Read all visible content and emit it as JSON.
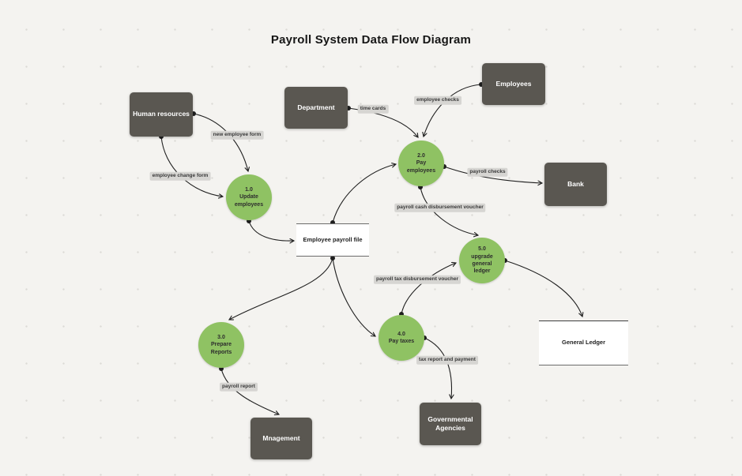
{
  "title": "Payroll System Data Flow Diagram",
  "colors": {
    "canvas_bg": "#f4f3f0",
    "entity_fill": "#5a5751",
    "entity_text": "#ffffff",
    "process_fill": "#8fc263",
    "store_fill": "#ffffff",
    "flow_label_bg": "#d6d5d2",
    "arrow": "#1f1f1f"
  },
  "diagram": {
    "external_entities": [
      {
        "label": "Human resources"
      },
      {
        "label": "Department"
      },
      {
        "label": "Employees"
      },
      {
        "label": "Bank"
      },
      {
        "label": "Mnagement"
      },
      {
        "label": "Governmental\nAgencies"
      }
    ],
    "processes": [
      {
        "label": "1.0\nUpdate\nemployees"
      },
      {
        "label": "2.0\nPay\nemployees"
      },
      {
        "label": "3.0\nPrepare\nReports"
      },
      {
        "label": "4.0\nPay taxes"
      },
      {
        "label": "5.0\nupgrade\ngeneral\nledger"
      }
    ],
    "data_stores": [
      {
        "label": "Employee payroll file"
      },
      {
        "label": "General Ledger"
      }
    ],
    "flows": [
      {
        "label": "new employee form",
        "from": "Human resources",
        "to": "1.0 Update employees"
      },
      {
        "label": "employee change form",
        "from": "Human resources",
        "to": "1.0 Update employees"
      },
      {
        "label": "time cards",
        "from": "Department",
        "to": "2.0 Pay employees"
      },
      {
        "label": "employee checks",
        "from": "Employees",
        "to": "2.0 Pay employees"
      },
      {
        "label": "payroll checks",
        "from": "2.0 Pay employees",
        "to": "Bank"
      },
      {
        "label": "payroll cash disbursement voucher",
        "from": "2.0 Pay employees",
        "to": "5.0 upgrade general ledger"
      },
      {
        "label": "payroll tax disbursement voucher",
        "from": "4.0 Pay taxes",
        "to": "5.0 upgrade general ledger"
      },
      {
        "label": "tax report and payment",
        "from": "4.0 Pay taxes",
        "to": "Governmental Agencies"
      },
      {
        "label": "payroll report",
        "from": "3.0 Prepare Reports",
        "to": "Mnagement"
      },
      {
        "label": "",
        "from": "Employee payroll file",
        "to": "2.0 Pay employees"
      },
      {
        "label": "",
        "from": "1.0 Update employees",
        "to": "Employee payroll file"
      },
      {
        "label": "",
        "from": "Employee payroll file",
        "to": "3.0 Prepare Reports"
      },
      {
        "label": "",
        "from": "Employee payroll file",
        "to": "4.0 Pay taxes"
      },
      {
        "label": "",
        "from": "5.0 upgrade general ledger",
        "to": "General Ledger"
      }
    ]
  }
}
